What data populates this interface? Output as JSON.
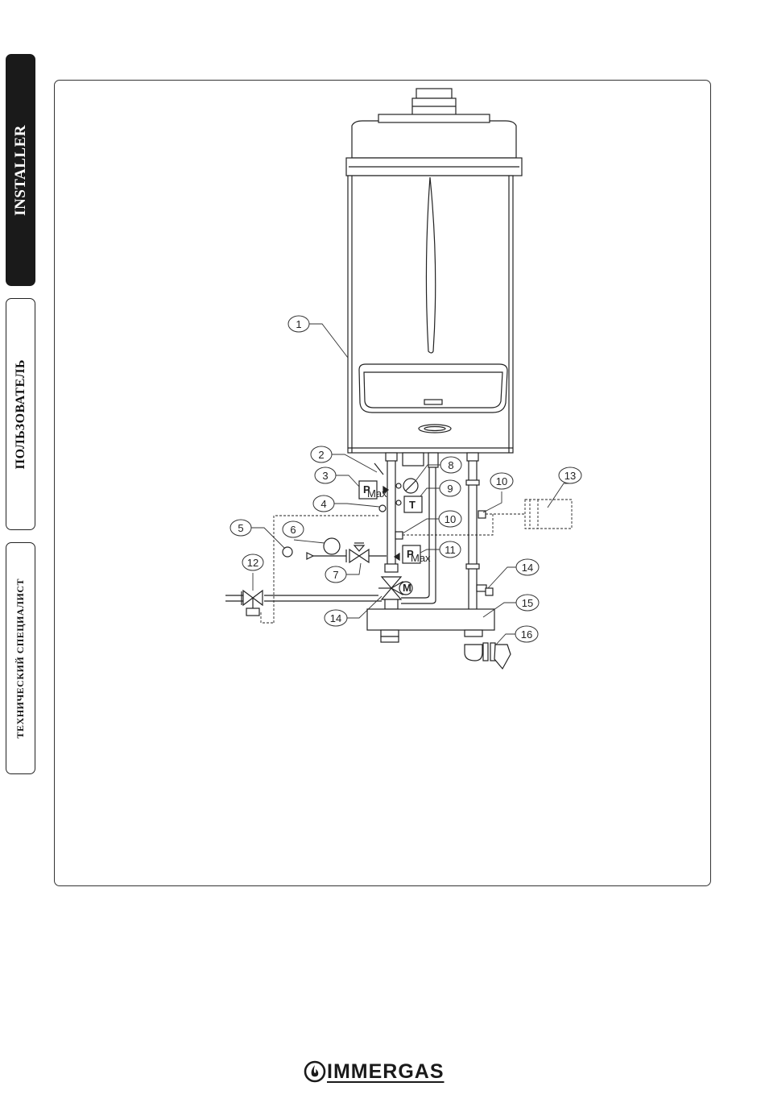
{
  "tabs": [
    {
      "label": "INSTALLER",
      "active": true
    },
    {
      "label": "ПОЛЬЗОВАТЕЛЬ",
      "active": false
    },
    {
      "label": "ТЕХНИЧЕСКИЙ СПЕЦИАЛИСТ",
      "active": false
    }
  ],
  "diagram": {
    "callouts": [
      "1",
      "2",
      "3",
      "4",
      "5",
      "6",
      "7",
      "8",
      "9",
      "10",
      "11",
      "12",
      "13",
      "14",
      "15",
      "16"
    ],
    "callout_repeat_10": "10",
    "callout_repeat_14": "14",
    "symbols": {
      "p": "P",
      "p_sub": "Max",
      "t": "T",
      "m": "M"
    }
  },
  "brand": {
    "name": "IMMERGAS",
    "icon": "flame-logo-icon",
    "color": "#1a1a1a"
  }
}
